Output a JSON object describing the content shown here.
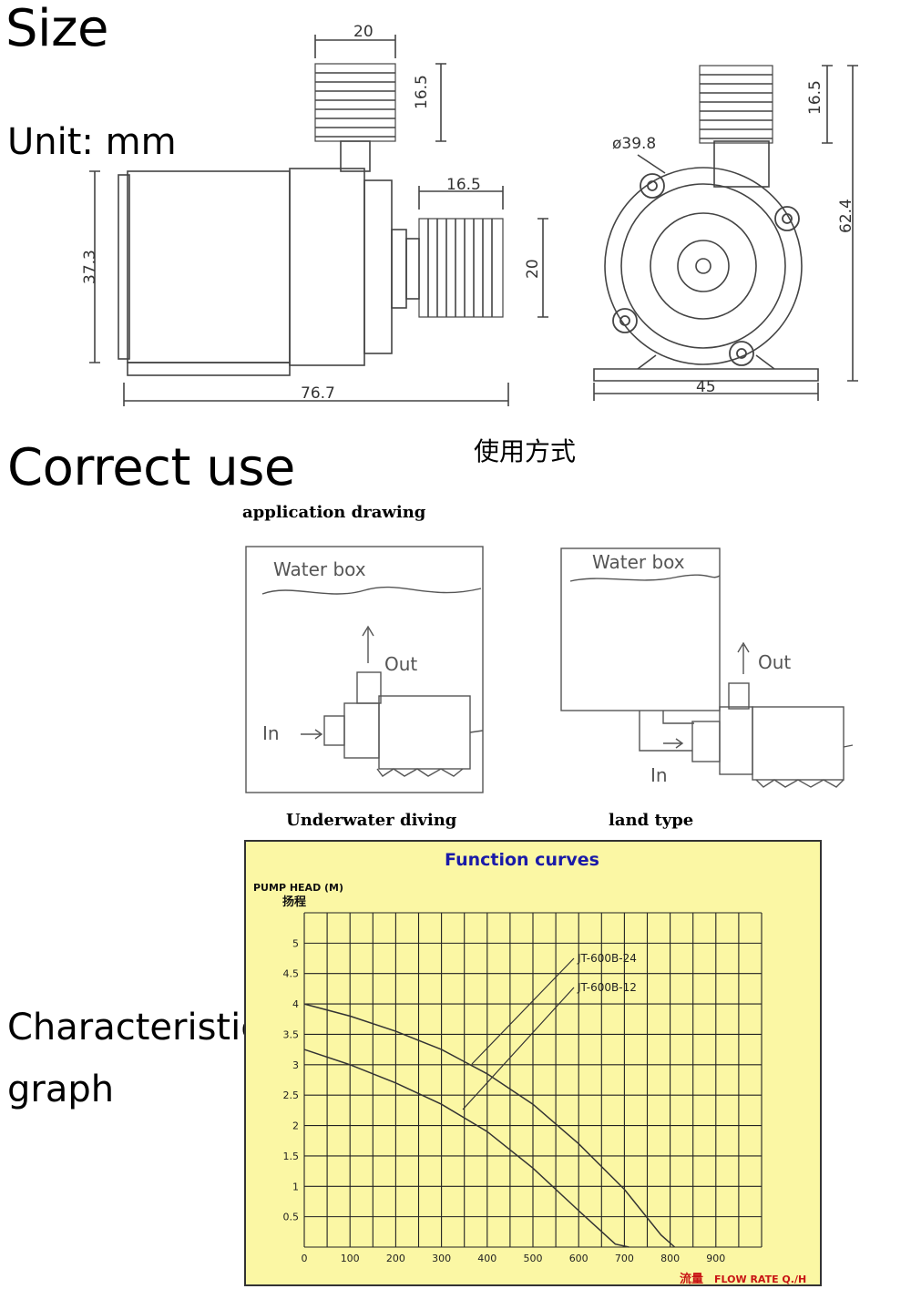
{
  "size": {
    "title": "Size",
    "unit": "Unit: mm",
    "dims": {
      "top_width": "20",
      "top_height": "16.5",
      "outlet_length": "16.5",
      "outlet_dia": "20",
      "body_height": "37.3",
      "total_length": "76.7",
      "diameter": "ø39.8",
      "right_top": "16.5",
      "right_height": "62.4",
      "base_width": "45"
    }
  },
  "correct_use": {
    "title": "Correct use",
    "chinese_caption": "使用方式",
    "app_caption": "application drawing",
    "left": {
      "box": "Water box",
      "out": "Out",
      "in": "In",
      "caption": "Underwater diving"
    },
    "right": {
      "box": "Water box",
      "out": "Out",
      "in": "In",
      "caption": "land type"
    }
  },
  "graph": {
    "side_label_1": "Characteristic",
    "side_label_2": "graph",
    "background": "#fbf7a4",
    "title_color": "#1a1aa8",
    "flow_color": "#c81414"
  },
  "chart_data": {
    "type": "line",
    "title": "Function curves",
    "ylabel": "PUMP HEAD (M)",
    "ylabel_cn": "扬程",
    "xlabel": "FLOW RATE Q./H",
    "xlabel_cn": "流量",
    "xlim": [
      0,
      1000
    ],
    "ylim": [
      0,
      5.5
    ],
    "x_ticks": [
      0,
      100,
      200,
      300,
      400,
      500,
      600,
      700,
      800,
      900
    ],
    "x_tick_labels": [
      "0",
      "100",
      "200",
      "300",
      "400",
      "500",
      "600",
      "700",
      "800",
      "900"
    ],
    "y_ticks": [
      0.5,
      1,
      1.5,
      2,
      2.5,
      3,
      3.5,
      4,
      4.5,
      5
    ],
    "y_tick_labels": [
      "0.5",
      "1",
      "1.5",
      "2",
      "2.5",
      "3",
      "3.5",
      "4",
      "4.5",
      "5"
    ],
    "grid": true,
    "series": [
      {
        "name": "JT-600B-24",
        "x": [
          0,
          100,
          200,
          300,
          400,
          500,
          600,
          700,
          780,
          810
        ],
        "y": [
          4.0,
          3.8,
          3.55,
          3.25,
          2.85,
          2.35,
          1.7,
          0.95,
          0.2,
          0.0
        ]
      },
      {
        "name": "JT-600B-12",
        "x": [
          0,
          100,
          200,
          300,
          400,
          500,
          600,
          680,
          710
        ],
        "y": [
          3.25,
          3.0,
          2.7,
          2.35,
          1.9,
          1.3,
          0.6,
          0.05,
          0.0
        ]
      }
    ]
  }
}
